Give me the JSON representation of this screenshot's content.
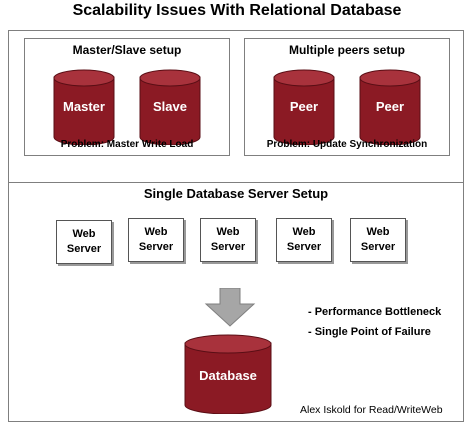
{
  "title": "Scalability Issues With Relational Database",
  "master_slave": {
    "title": "Master/Slave setup",
    "db1": "Master",
    "db2": "Slave",
    "problem": "Problem: Master Write Load"
  },
  "peers": {
    "title": "Multiple peers setup",
    "db1": "Peer",
    "db2": "Peer",
    "problem": "Problem: Update Synchronization"
  },
  "single": {
    "title": "Single Database Server Setup",
    "servers": [
      "Web\nServer",
      "Web\nServer",
      "Web\nServer",
      "Web\nServer",
      "Web\nServer"
    ],
    "database": "Database",
    "issues": [
      "- Performance Bottleneck",
      "- Single Point of Failure"
    ]
  },
  "credit": "Alex Iskold for Read/WriteWeb",
  "colors": {
    "db_fill": "#8b1a24",
    "db_top": "#a8323c",
    "db_edge": "#5a0e15",
    "arrow": "#a6a6a6"
  }
}
